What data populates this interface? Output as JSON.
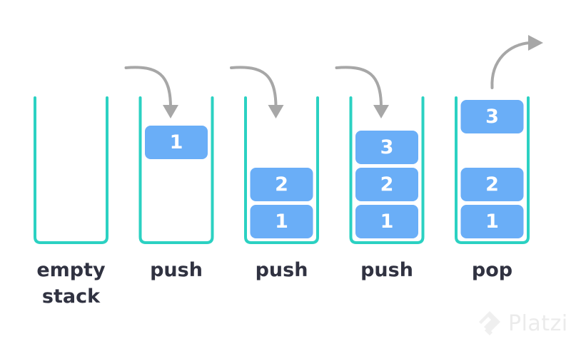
{
  "colors": {
    "container": "#2bd1c2",
    "block": "#6aaef7",
    "block_text": "#ffffff",
    "arrow": "#a7a7a7",
    "caption": "#303241",
    "watermark": "#dcdcdc"
  },
  "stages": [
    {
      "id": "empty",
      "caption_lines": [
        "empty",
        "stack"
      ],
      "arrow": "none",
      "blocks": []
    },
    {
      "id": "push-1",
      "caption_lines": [
        "push"
      ],
      "arrow": "in",
      "blocks": [
        {
          "label": "1",
          "state": "entering"
        }
      ]
    },
    {
      "id": "push-2",
      "caption_lines": [
        "push"
      ],
      "arrow": "in",
      "blocks": [
        {
          "label": "1",
          "state": "stacked"
        },
        {
          "label": "2",
          "state": "stacked"
        }
      ]
    },
    {
      "id": "push-3",
      "caption_lines": [
        "push"
      ],
      "arrow": "in",
      "blocks": [
        {
          "label": "1",
          "state": "stacked"
        },
        {
          "label": "2",
          "state": "stacked"
        },
        {
          "label": "3",
          "state": "stacked"
        }
      ]
    },
    {
      "id": "pop",
      "caption_lines": [
        "pop"
      ],
      "arrow": "out",
      "blocks": [
        {
          "label": "1",
          "state": "stacked"
        },
        {
          "label": "2",
          "state": "stacked"
        },
        {
          "label": "3",
          "state": "leaving"
        }
      ]
    }
  ],
  "watermark": {
    "icon": "platzi-logo-icon",
    "text": "Platzi"
  }
}
